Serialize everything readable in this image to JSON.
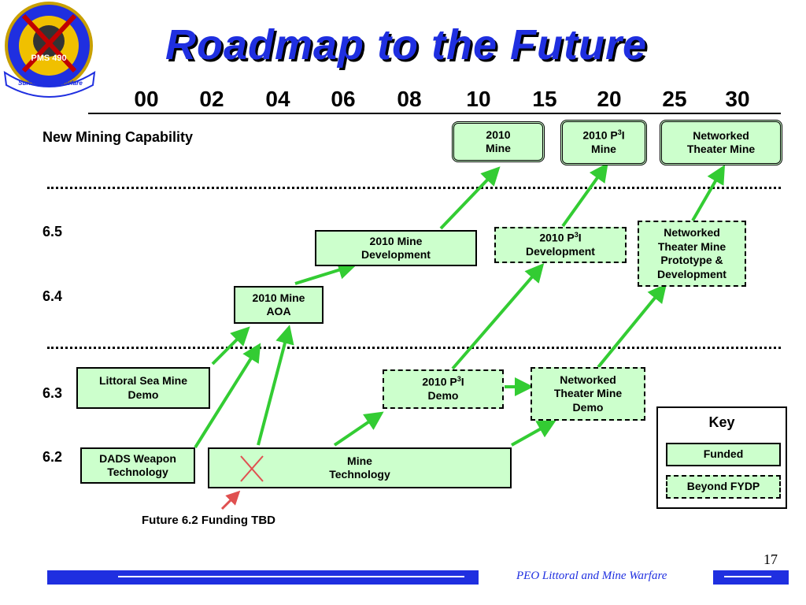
{
  "title": "Roadmap to the Future",
  "logo": {
    "text": "PMS 490",
    "subtext": "Surface Mine Warfare"
  },
  "years": [
    "00",
    "02",
    "04",
    "06",
    "08",
    "10",
    "15",
    "20",
    "25",
    "30"
  ],
  "rows": {
    "new_mining": "New Mining Capability",
    "r65": "6.5",
    "r64": "6.4",
    "r63": "6.3",
    "r62": "6.2"
  },
  "boxes": {
    "mine2010": [
      "2010",
      "Mine"
    ],
    "p3i_mine": {
      "pre": "2010 P",
      "sup": "3",
      "post": "I",
      "line2": "Mine"
    },
    "networked_mine": [
      "Networked",
      "Theater Mine"
    ],
    "mine_dev": [
      "2010 Mine",
      "Development"
    ],
    "p3i_dev": {
      "pre": "2010 P",
      "sup": "3",
      "post": "I",
      "line2": "Development"
    },
    "networked_proto": [
      "Networked",
      "Theater Mine",
      "Prototype &",
      "Development"
    ],
    "mine_aoa": [
      "2010 Mine",
      "AOA"
    ],
    "littoral": [
      "Littoral Sea Mine",
      "Demo"
    ],
    "p3i_demo": {
      "pre": "2010 P",
      "sup": "3",
      "post": "I",
      "line2": "Demo"
    },
    "networked_demo": [
      "Networked",
      "Theater Mine",
      "Demo"
    ],
    "dads": [
      "DADS Weapon",
      "Technology"
    ],
    "mine_tech": [
      "Mine",
      "Technology"
    ]
  },
  "key": {
    "title": "Key",
    "funded": "Funded",
    "beyond": "Beyond FYDP"
  },
  "note": "Future 6.2 Funding TBD",
  "footer": "PEO Littoral and Mine Warfare",
  "page_number": "17",
  "colors": {
    "title": "#1f2fe0",
    "box_fill": "#ccffcc",
    "arrow": "#33cc33",
    "cross": "#e05050"
  }
}
